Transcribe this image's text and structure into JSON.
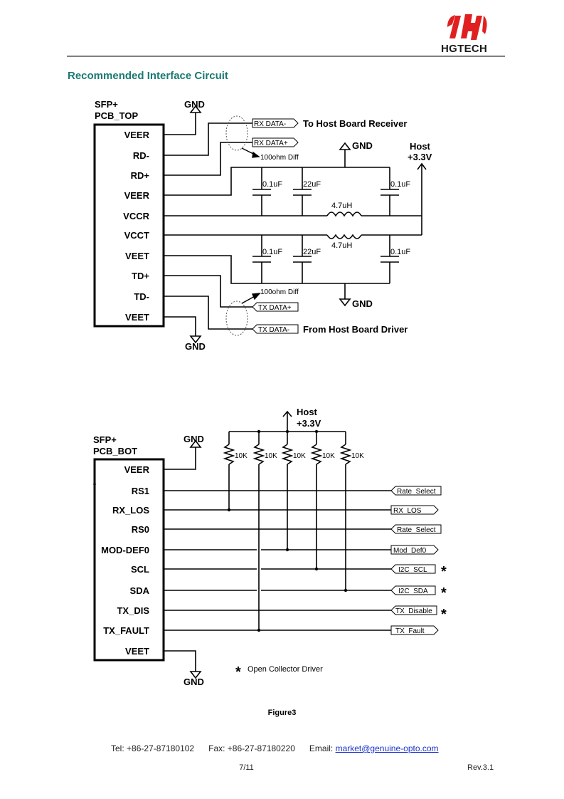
{
  "header": {
    "logo_text": "HGTECH",
    "brand_color": "#e02020"
  },
  "section": {
    "title": "Recommended Interface Circuit",
    "title_color": "#1b7a72"
  },
  "top_diagram": {
    "module_line1": "SFP+",
    "module_line2": "PCB_TOP",
    "pins": [
      "VEER",
      "RD-",
      "RD+",
      "VEER",
      "VCCR",
      "VCCT",
      "VEET",
      "TD+",
      "TD-",
      "VEET"
    ],
    "gnd_top": "GND",
    "gnd_mid_top": "GND",
    "gnd_mid_bottom": "GND",
    "gnd_bottom": "GND",
    "host_line1": "Host",
    "host_line2": "+3.3V",
    "rx_data_minus": "RX DATA-",
    "rx_data_plus": "RX DATA+",
    "rx_desc": "To Host Board Receiver",
    "rx_impedance": "100ohm Diff",
    "tx_data_plus": "TX DATA+",
    "tx_data_minus": "TX DATA-",
    "tx_desc": "From Host Board Driver",
    "tx_impedance": "100ohm Diff",
    "cap_r1": "0.1uF",
    "cap_r2": "22uF",
    "cap_r3": "0.1uF",
    "cap_t1": "0.1uF",
    "cap_t2": "22uF",
    "cap_t3": "0.1uF",
    "ind_r": "4.7uH",
    "ind_t": "4.7uH"
  },
  "bottom_diagram": {
    "module_line1": "SFP+",
    "module_line2": "PCB_BOT",
    "pins": [
      "VEER",
      "RS1",
      "RX_LOS",
      "RS0",
      "MOD-DEF0",
      "SCL",
      "SDA",
      "TX_DIS",
      "TX_FAULT",
      "VEET"
    ],
    "gnd_top": "GND",
    "gnd_bottom": "GND",
    "host_line1": "Host",
    "host_line2": "+3.3V",
    "resistors": [
      "10K",
      "10K",
      "10K",
      "10K",
      "10K"
    ],
    "signals": [
      {
        "label": "Rate  Select",
        "dir": "in",
        "star": false
      },
      {
        "label": "RX  LOS",
        "dir": "out",
        "star": false
      },
      {
        "label": "Rate  Select",
        "dir": "in",
        "star": false
      },
      {
        "label": "Mod  Def0",
        "dir": "out",
        "star": false
      },
      {
        "label": "I2C  SCL",
        "dir": "in",
        "star": true
      },
      {
        "label": "I2C  SDA",
        "dir": "in",
        "star": true
      },
      {
        "label": "TX  Disable",
        "dir": "in",
        "star": true
      },
      {
        "label": "TX  Fault",
        "dir": "out",
        "star": false
      }
    ],
    "star_symbol": "*",
    "legend": "Open Collector Driver"
  },
  "figure_caption": "Figure3",
  "footer": {
    "tel": "Tel: +86-27-87180102",
    "fax": "Fax: +86-27-87180220",
    "email_label": "Email: ",
    "email": "market@genuine-opto.com",
    "page": "7/11",
    "revision": "Rev.3.1"
  }
}
